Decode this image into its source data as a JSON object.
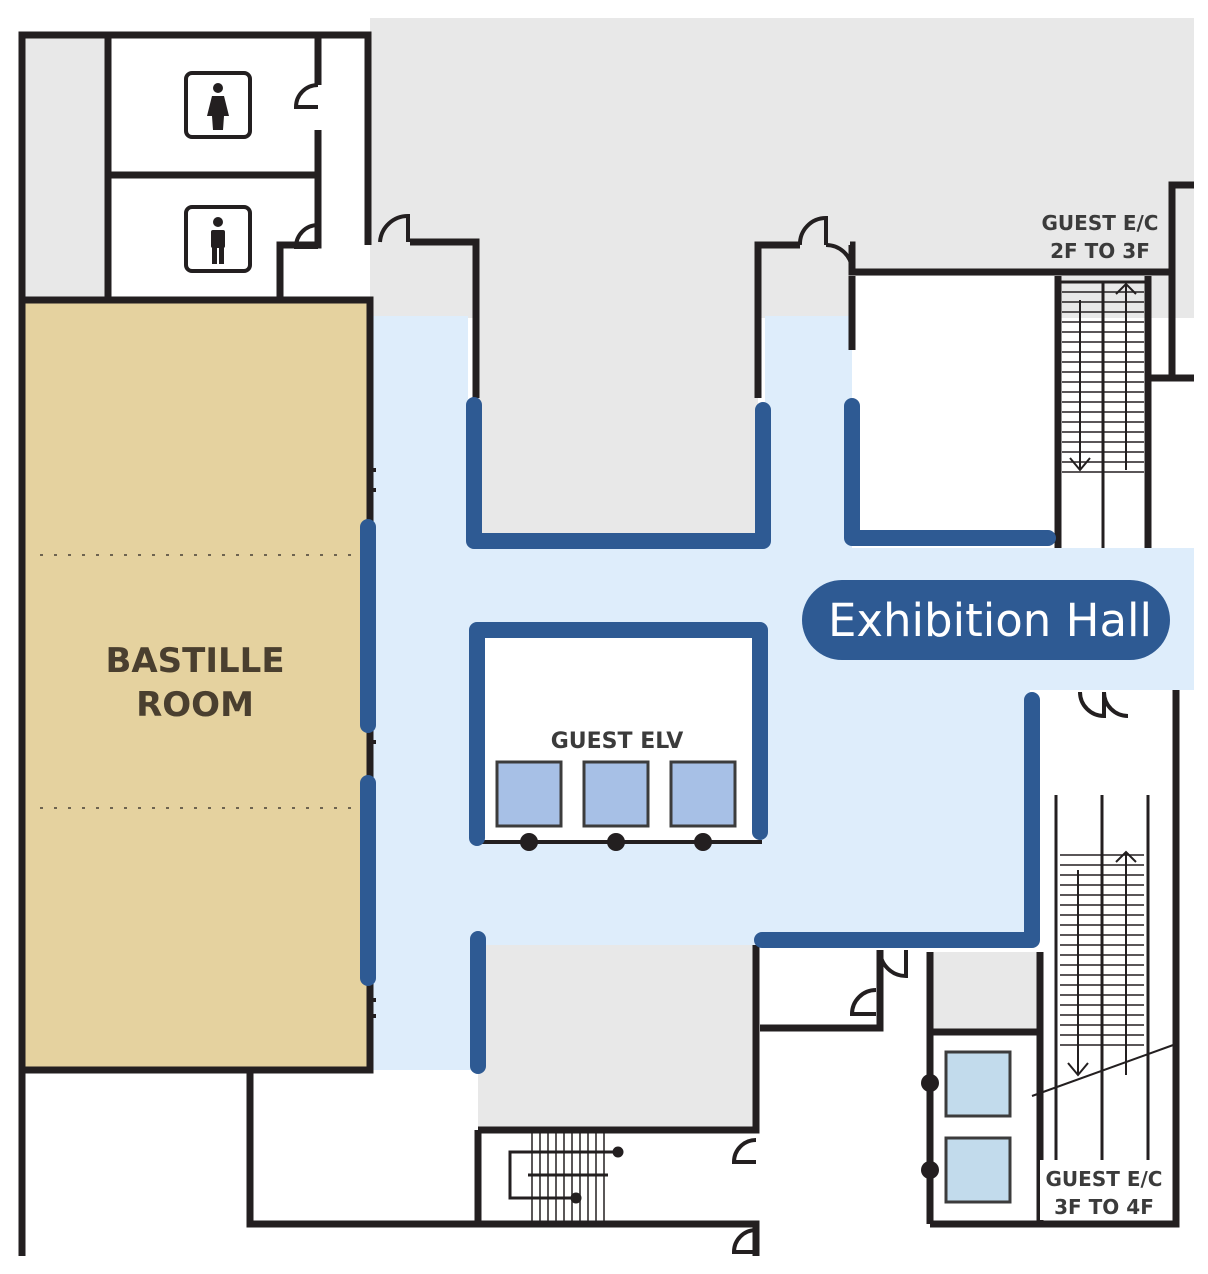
{
  "map": {
    "rooms": {
      "bastille": {
        "line1": "BASTILLE",
        "line2": "ROOM"
      },
      "guest_elevator": {
        "label": "GUEST ELV"
      },
      "escalator_upper": {
        "line1": "GUEST E/C",
        "line2": "2F TO 3F"
      },
      "escalator_lower": {
        "line1": "GUEST E/C",
        "line2": "3F TO 4F"
      }
    },
    "callout": {
      "label": "Exhibition Hall"
    },
    "icons": {
      "restroom_women": "woman-icon",
      "restroom_men": "man-icon"
    },
    "colors": {
      "route": "#2e5a93",
      "route_area": "#deedfb",
      "bastille_fill": "#e5d29f",
      "service_gray": "#e8e8e8",
      "elevator_car": "#a7c0e6",
      "wall": "#231f20"
    }
  }
}
